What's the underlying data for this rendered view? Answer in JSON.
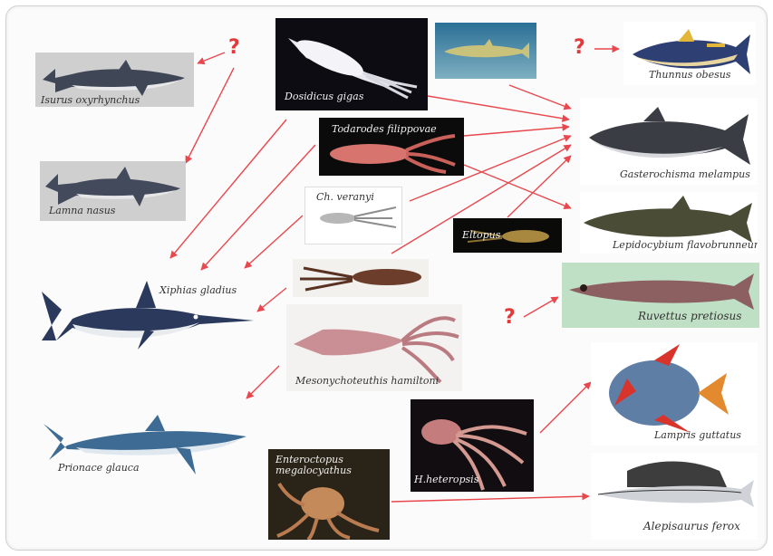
{
  "colors": {
    "arrow": "#e8484d",
    "question": "#e23a3a"
  },
  "question_mark": "?",
  "predators": {
    "isurus": "Isurus oxyrhynchus",
    "lamna": "Lamna nasus",
    "xiphias": "Xiphias gladius",
    "prionace": "Prionace glauca",
    "thunnus": "Thunnus obesus",
    "gasterochisma": "Gasterochisma melampus",
    "lepidocybium": "Lepidocybium flavobrunneum",
    "ruvettus": "Ruvettus pretiosus",
    "lampris": "Lampris guttatus",
    "alepisaurus": "Alepisaurus ferox"
  },
  "prey": {
    "dosidicus": "Dosidicus gigas",
    "todarodes": "Todarodes filippovae",
    "chiroteuthis": "Ch. veranyi",
    "octopus": "Eltopus",
    "mesonychoteuthis": "Mesonychoteuthis hamiltoni",
    "histioteuthis": "H.heteropsis",
    "enteroctopus": "Enteroctopus megalocyathus"
  }
}
